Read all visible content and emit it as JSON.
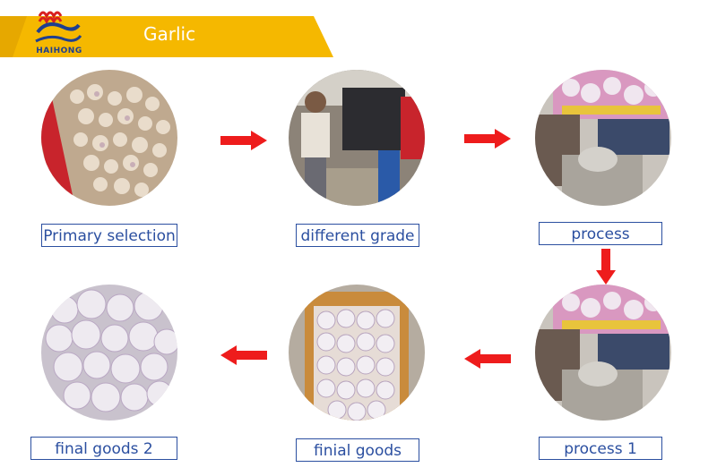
{
  "header": {
    "title": "Garlic",
    "logo_text": "HAIHONG",
    "banner_color": "#f5b800",
    "stripe_color": "#e6a800"
  },
  "steps": [
    {
      "label": "Primary selection",
      "image": "garlic-pile-photo"
    },
    {
      "label": "different grade",
      "image": "grading-workers-photo"
    },
    {
      "label": "process",
      "image": "packing-hands-photo"
    },
    {
      "label": "process 1",
      "image": "packing-hands-photo"
    },
    {
      "label": "finial goods",
      "image": "boxed-garlic-photo"
    },
    {
      "label": "final goods 2",
      "image": "white-garlic-bulbs-photo"
    }
  ],
  "colors": {
    "arrow": "#ee1c1c",
    "label_border": "#2b4fa0",
    "label_text": "#2b4fa0"
  }
}
